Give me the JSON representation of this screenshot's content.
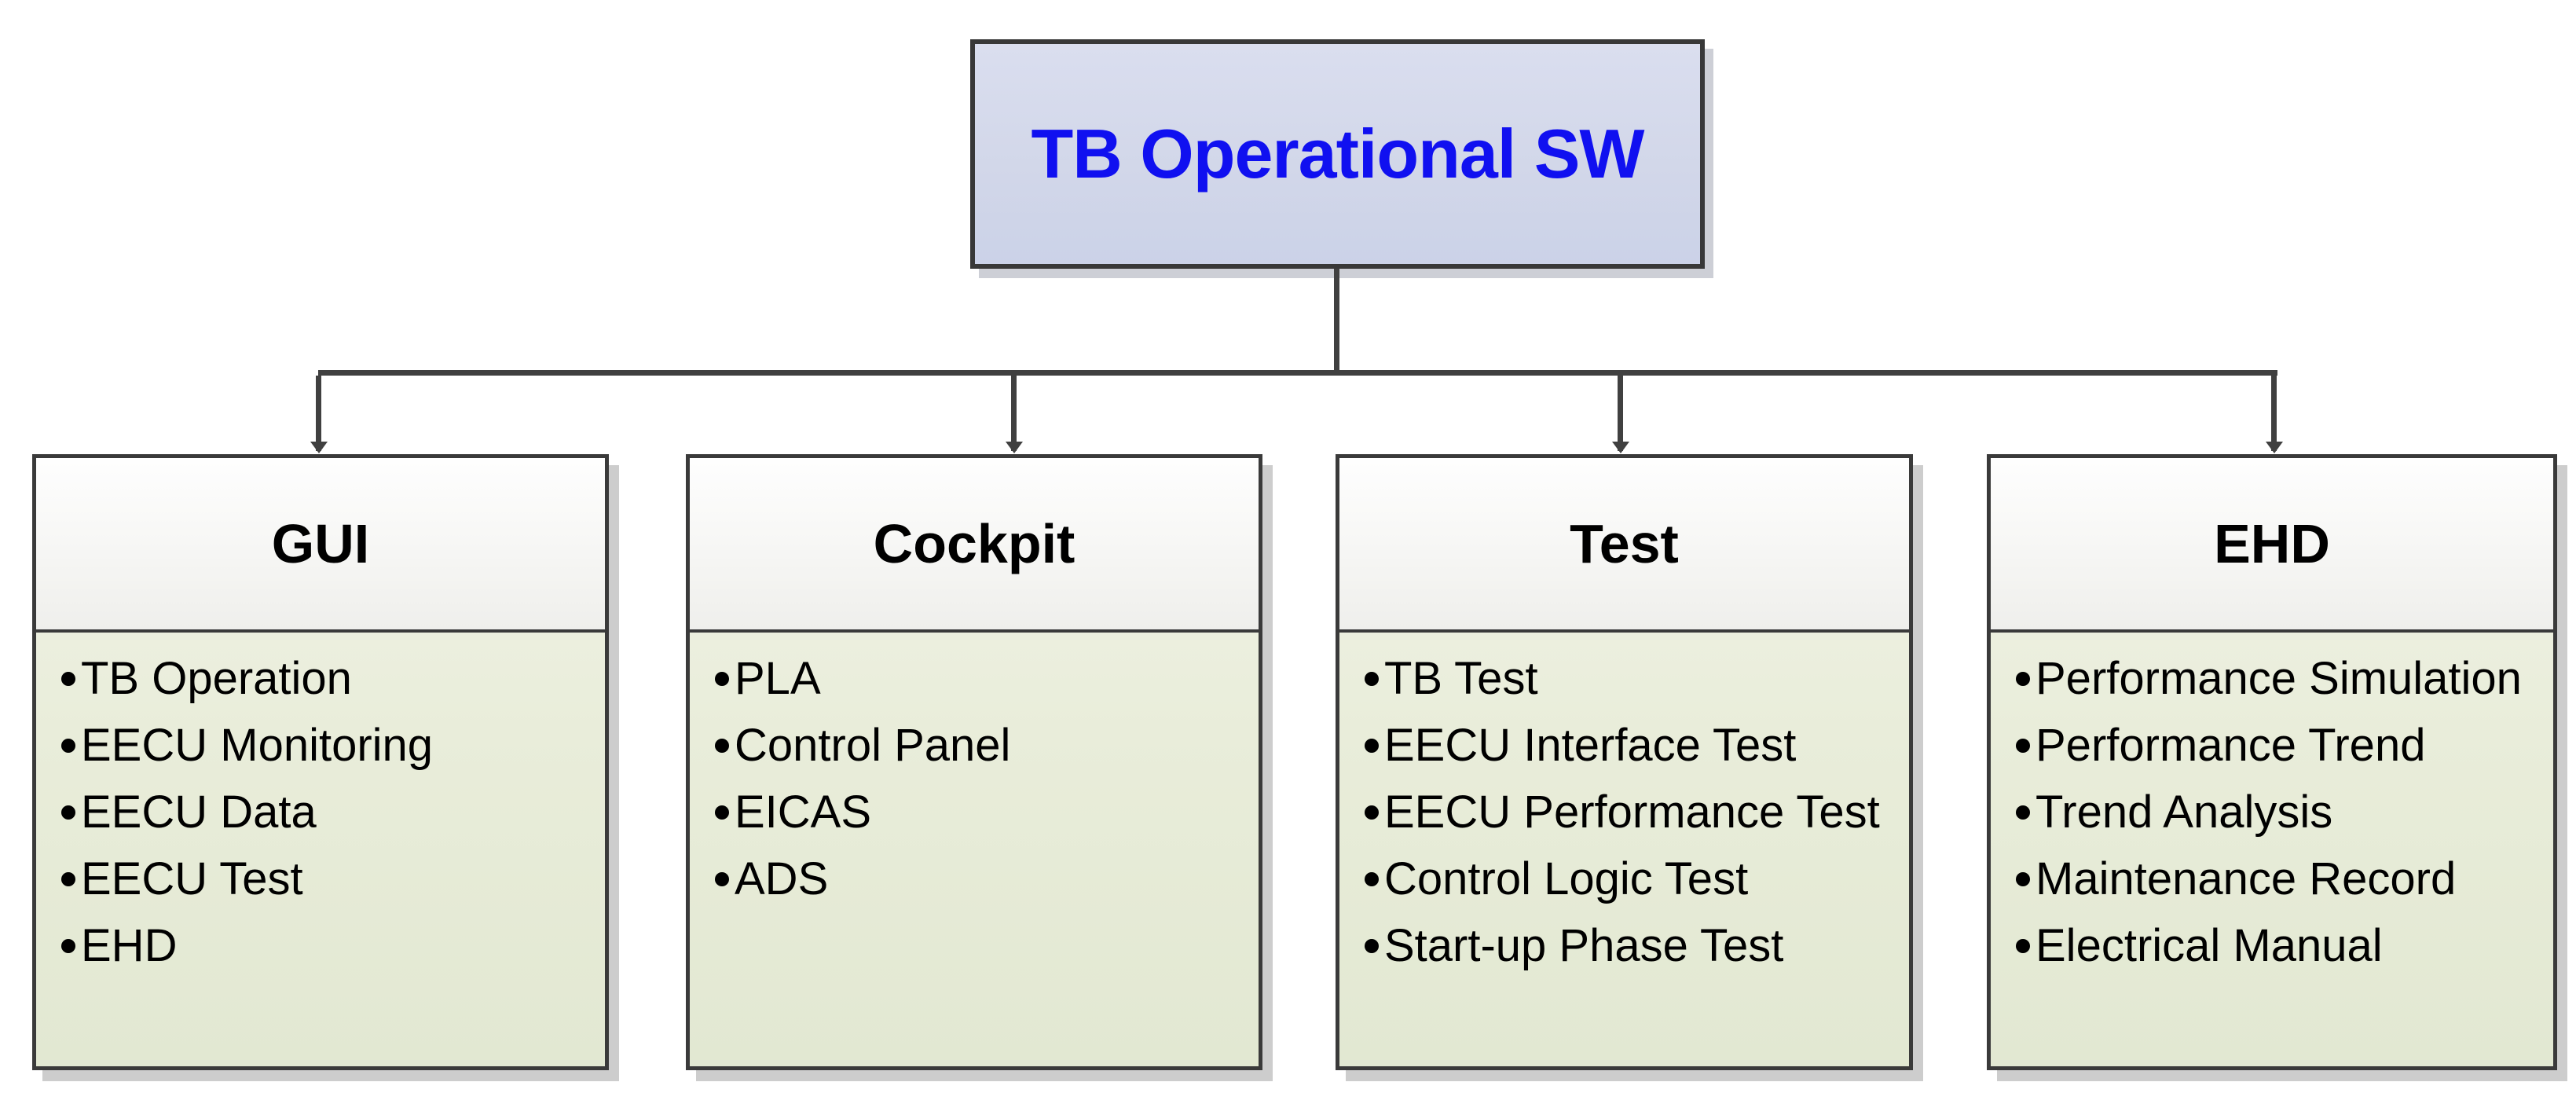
{
  "diagram": {
    "root": {
      "label": "TB Operational SW"
    },
    "children": [
      {
        "title": "GUI",
        "items": [
          "TB Operation",
          "EECU Monitoring",
          "EECU Data",
          "EECU Test",
          "EHD"
        ]
      },
      {
        "title": "Cockpit",
        "items": [
          "PLA",
          "Control Panel",
          "EICAS",
          "ADS"
        ]
      },
      {
        "title": "Test",
        "items": [
          "TB Test",
          "EECU Interface Test",
          "EECU Performance Test",
          "Control Logic Test",
          "Start-up Phase Test"
        ]
      },
      {
        "title": "EHD",
        "items": [
          "Performance Simulation",
          "Performance Trend",
          "Trend Analysis",
          "Maintenance Record",
          "Electrical Manual"
        ]
      }
    ],
    "colors": {
      "root_fill_top": "#dadeef",
      "root_fill_bottom": "#cbd2e8",
      "root_text": "#1010f0",
      "header_fill_top": "#fefefe",
      "header_fill_bottom": "#efefec",
      "body_fill_top": "#f1f3e7",
      "body_fill_bottom": "#e2e8d2",
      "border": "#3a3a3a",
      "connector": "#404040",
      "shadow": "#cdcdcd",
      "background": "#ffffff"
    }
  }
}
